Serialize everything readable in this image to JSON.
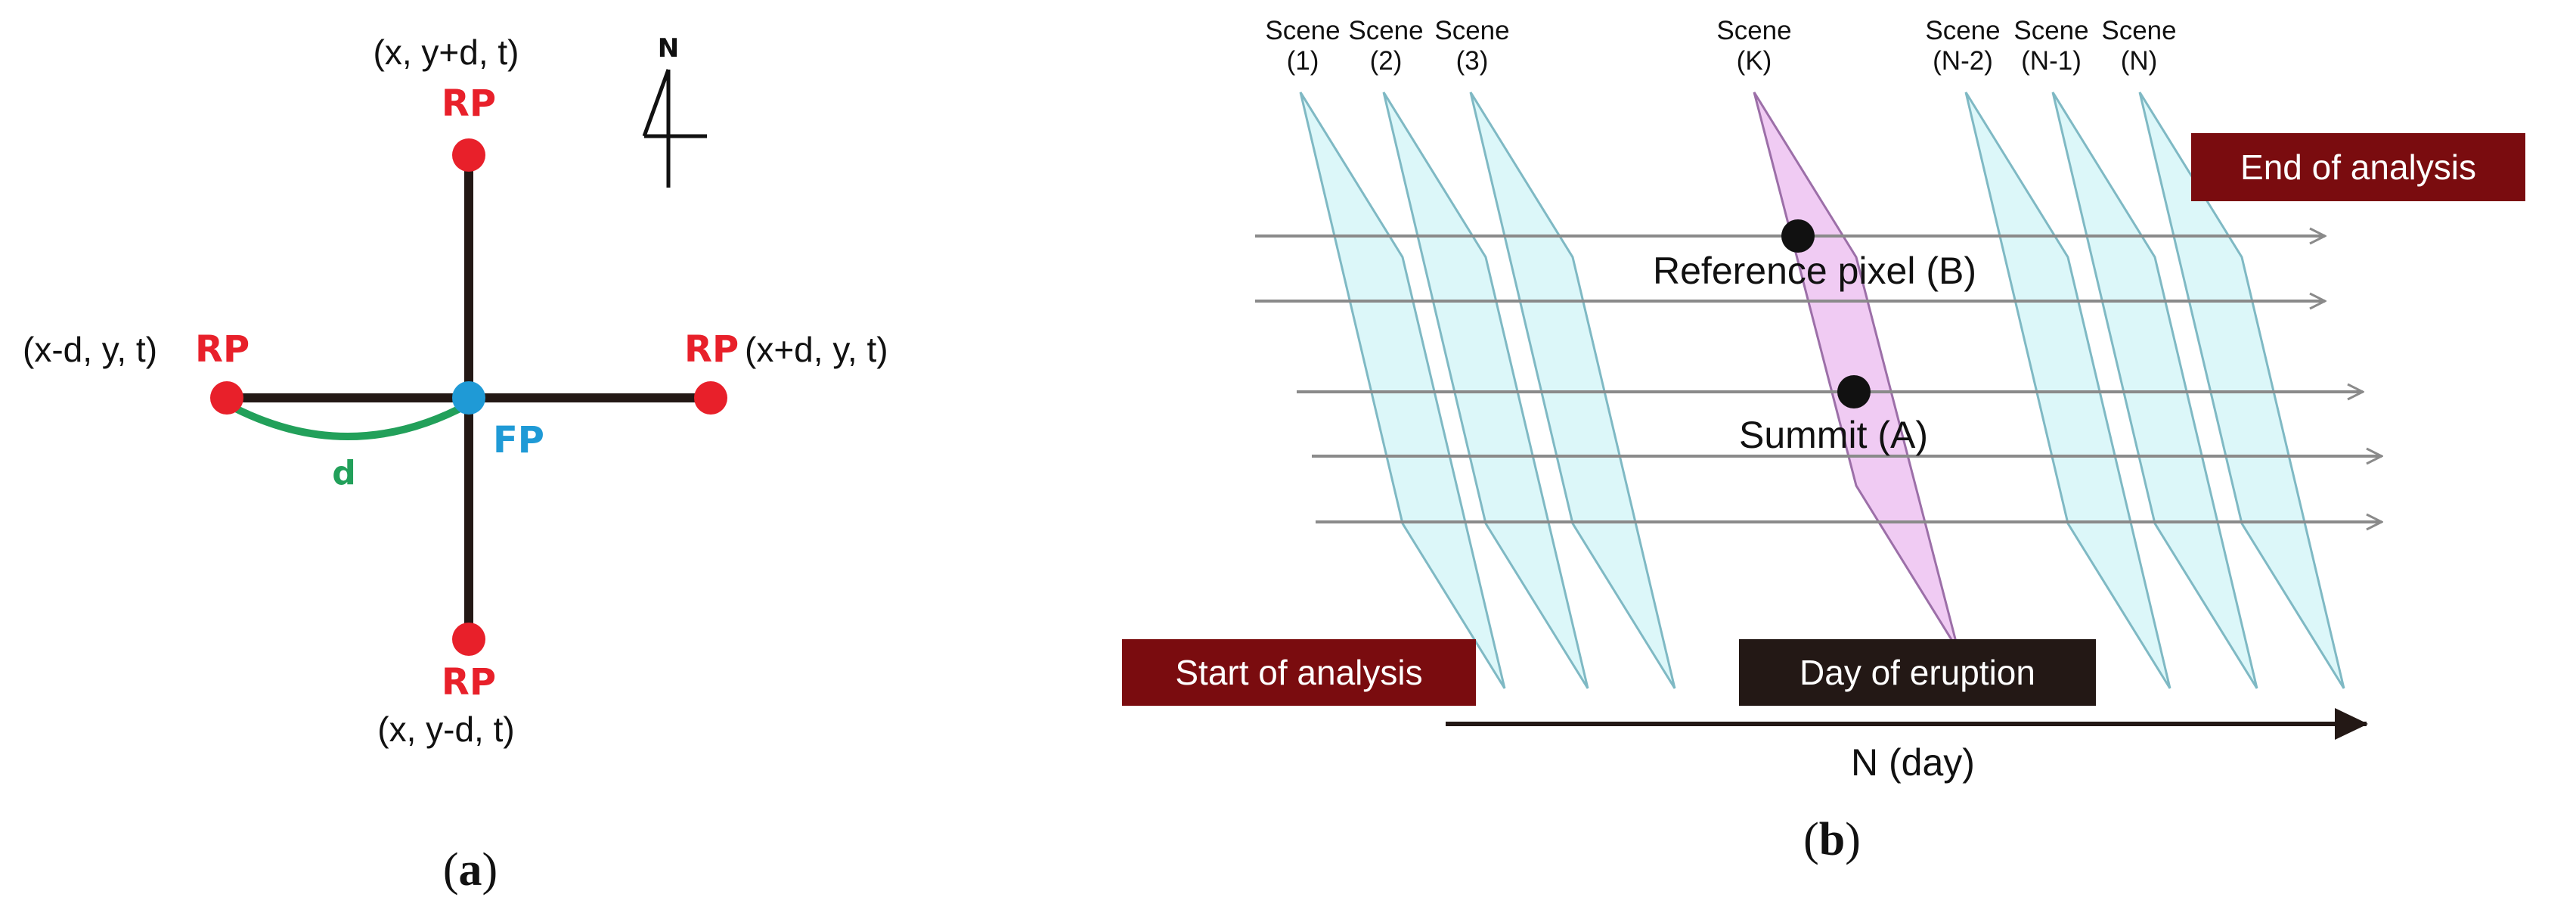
{
  "panel_a": {
    "caption_open": "(",
    "caption_letter": "a",
    "caption_close": ")",
    "coord_top": "(x, y+d, t)",
    "coord_bottom": "(x, y-d, t)",
    "coord_left": "(x-d, y, t)",
    "coord_right": "(x+d, y, t)",
    "rp_label": "RP",
    "fp_label": "FP",
    "distance_label": "d",
    "north_label": "N",
    "colors": {
      "rp": "#e8202a",
      "fp": "#1f9ad6",
      "distance": "#22a05a",
      "line": "#231815"
    }
  },
  "panel_b": {
    "caption_open": "(",
    "caption_letter": "b",
    "caption_close": ")",
    "scene_word": "Scene",
    "scenes": [
      "(1)",
      "(2)",
      "(3)",
      "(K)",
      "(N-2)",
      "(N-1)",
      "(N)"
    ],
    "reference_label": "Reference pixel (B)",
    "summit_label": "Summit (A)",
    "start_label": "Start of analysis",
    "end_label": "End of analysis",
    "eruption_label": "Day of eruption",
    "axis_label": "N (day)",
    "colors": {
      "scene_fill": "#d6f6f8",
      "scene_stroke": "#7fb9c4",
      "eruption_fill": "#efc8f2",
      "eruption_stroke": "#9c6fa8",
      "start_end_box": "#7a0c0f",
      "eruption_box": "#231815",
      "flow_line": "#8a8a8a"
    }
  }
}
